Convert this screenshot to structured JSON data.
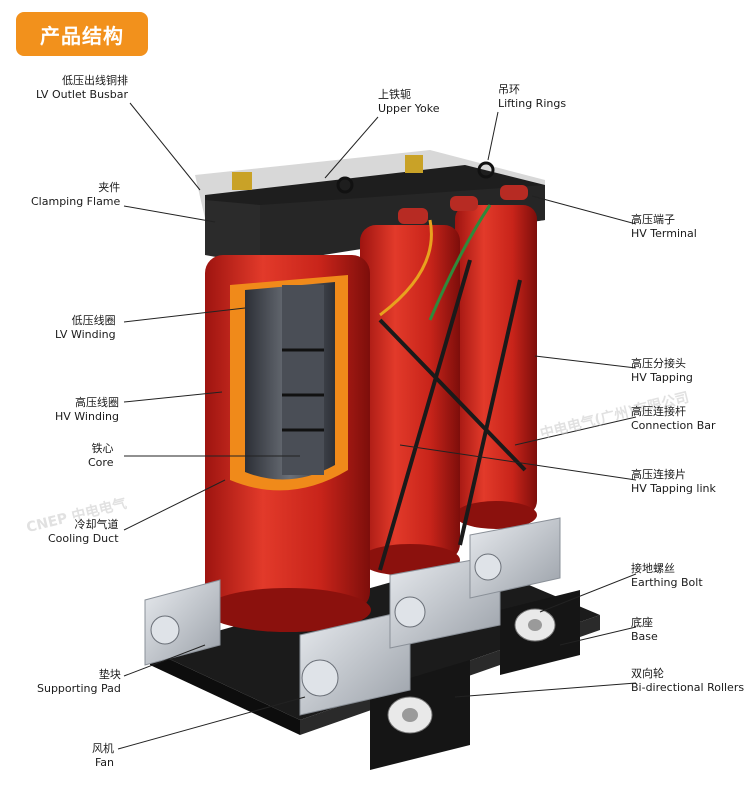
{
  "header": {
    "title": "产品结构"
  },
  "watermarks": [
    "CNEP 中电电气",
    "中电电气(广州)有限公司"
  ],
  "labels": {
    "lv_outlet_busbar": {
      "zh": "低压出线铜排",
      "en": "LV Outlet Busbar"
    },
    "upper_yoke": {
      "zh": "上铁轭",
      "en": "Upper Yoke"
    },
    "lifting_rings": {
      "zh": "吊环",
      "en": "Lifting Rings"
    },
    "clamping_flame": {
      "zh": "夹件",
      "en": "Clamping Flame"
    },
    "hv_terminal": {
      "zh": "高压端子",
      "en": "HV Terminal"
    },
    "lv_winding": {
      "zh": "低压线圈",
      "en": "LV Winding"
    },
    "hv_tapping": {
      "zh": "高压分接头",
      "en": "HV Tapping"
    },
    "hv_winding": {
      "zh": "高压线圈",
      "en": "HV Winding"
    },
    "connection_bar": {
      "zh": "高压连接杆",
      "en": "Connection Bar"
    },
    "core": {
      "zh": "铁心",
      "en": "Core"
    },
    "hv_tapping_link": {
      "zh": "高压连接片",
      "en": "HV Tapping link"
    },
    "cooling_duct": {
      "zh": "冷却气道",
      "en": "Cooling Duct"
    },
    "earthing_bolt": {
      "zh": "接地螺丝",
      "en": "Earthing Bolt"
    },
    "base": {
      "zh": "底座",
      "en": "Base"
    },
    "bidirectional_rollers": {
      "zh": "双向轮",
      "en": "Bi-directional Rollers"
    },
    "supporting_pad": {
      "zh": "垫块",
      "en": "Supporting Pad"
    },
    "fan": {
      "zh": "风机",
      "en": "Fan"
    }
  },
  "colors": {
    "accent": "#f2911c",
    "coil_red": "#d4261c",
    "frame_black": "#1e1e1e",
    "fan_silver": "#c8ccd2"
  }
}
